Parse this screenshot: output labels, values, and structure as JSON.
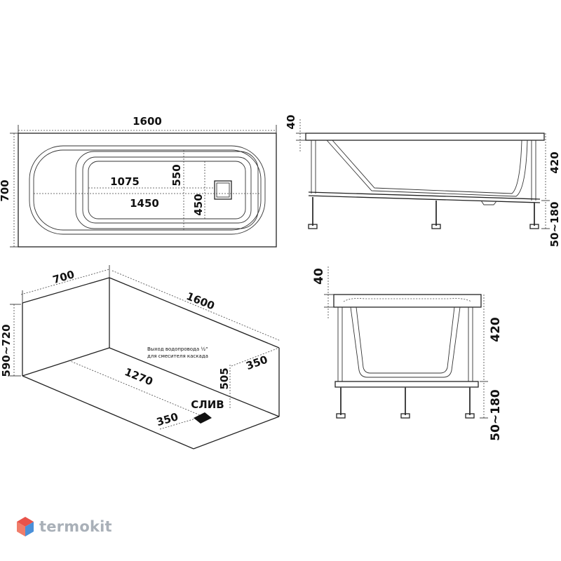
{
  "top_view": {
    "length": "1600",
    "width": "700",
    "inner_length": "1075",
    "inner_width": "550",
    "bottom_length": "1450",
    "bottom_width": "450"
  },
  "side_view": {
    "rim": "40",
    "depth": "420",
    "legs": "50~180"
  },
  "iso_view": {
    "width": "700",
    "length": "1600",
    "height": "590~720",
    "drain_distance": "1270",
    "drain_offset": "350",
    "inlet_height": "505",
    "inlet_offset": "350",
    "drain_label": "СЛИВ",
    "inlet_note_line1": "Выход водопровода ½\"",
    "inlet_note_line2": "для смесителя каскада"
  },
  "front_view": {
    "rim": "40",
    "depth": "420",
    "legs": "50~180"
  },
  "logo": {
    "text": "termokit",
    "colors": [
      "#e8534a",
      "#4a90d9",
      "#9aa3ad"
    ]
  }
}
